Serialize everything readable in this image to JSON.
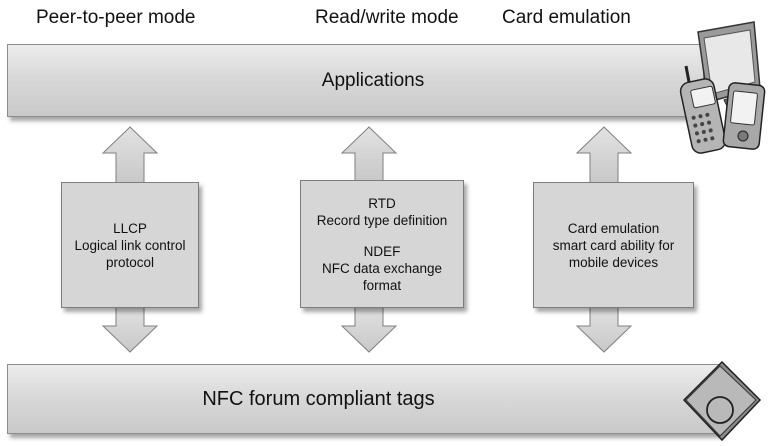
{
  "modes": {
    "p2p": "Peer-to-peer mode",
    "rw": "Read/write mode",
    "ce": "Card emulation"
  },
  "applications": "Applications",
  "tags": "NFC forum compliant tags",
  "llcp": {
    "line1": "LLCP",
    "line2": "Logical link control",
    "line3": "protocol"
  },
  "rtd": {
    "line1": "RTD",
    "line2": "Record type definition",
    "line3": "NDEF",
    "line4": "NFC data exchange",
    "line5": "format"
  },
  "card": {
    "line1": "Card emulation",
    "line2": "smart card ability for",
    "line3": "mobile devices"
  },
  "icons": {
    "devices": "mobile-devices-icon",
    "tag": "nfc-tag-icon"
  }
}
